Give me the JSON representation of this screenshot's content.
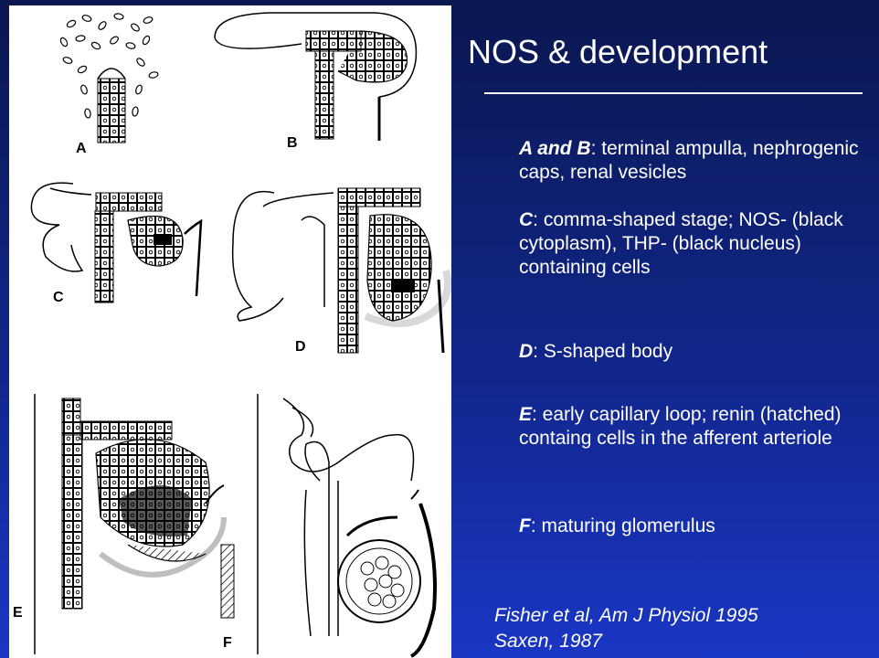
{
  "slide": {
    "title": "NOS & development",
    "descriptions": [
      {
        "label": "A and B",
        "text": ": terminal ampulla, nephrogenic caps, renal vesicles"
      },
      {
        "label": "C",
        "text": ": comma-shaped stage; NOS- (black cytoplasm), THP- (black nucleus) containing cells"
      },
      {
        "label": "D",
        "text": ": S-shaped body"
      },
      {
        "label": "E",
        "text": ": early capillary loop; renin (hatched) containg cells in the afferent arteriole"
      },
      {
        "label": "F",
        "text": ": maturing glomerulus"
      }
    ],
    "references": [
      "Fisher et al, Am J Physiol 1995",
      "Saxen, 1987"
    ]
  },
  "figure": {
    "panel_labels": [
      "A",
      "B",
      "C",
      "D",
      "E",
      "F"
    ]
  },
  "colors": {
    "background_top": "#0a1750",
    "background_bottom": "#1a36c4",
    "text": "#ffffff",
    "figure_background": "#ffffff",
    "ink": "#000000"
  }
}
